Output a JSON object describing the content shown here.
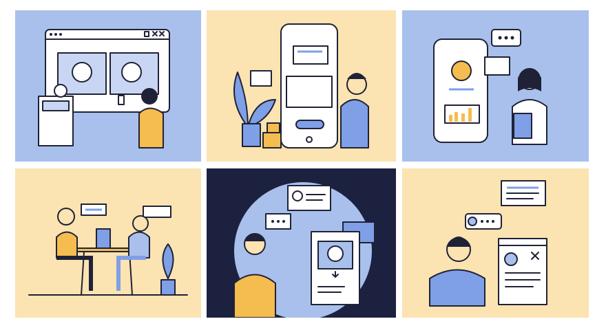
{
  "colors": {
    "blue_bg": "#a9c0ec",
    "yellow_bg": "#fbe3b2",
    "navy_bg": "#1d2140",
    "accent_blue": "#7f9fe6",
    "accent_yellow": "#f5bd4f",
    "outline": "#1f2236",
    "white": "#ffffff"
  },
  "panels": [
    {
      "id": "browser-window-profiles",
      "background": "blue",
      "icons": [
        "browser-window-icon",
        "lock-icon",
        "close-icon",
        "user-avatar-icon",
        "document-card-icon",
        "person-with-phone"
      ]
    },
    {
      "id": "smartphone-chat",
      "background": "yellow",
      "icons": [
        "smartphone-icon",
        "chat-bubble-icon",
        "plant-icon",
        "gift-box-icon",
        "person-pointing"
      ]
    },
    {
      "id": "phone-profile-chart",
      "background": "blue",
      "icons": [
        "smartphone-icon",
        "bar-chart-icon",
        "gear-icon",
        "chat-dots-icon",
        "person-with-tablet"
      ]
    },
    {
      "id": "meeting-at-table",
      "background": "yellow",
      "icons": [
        "laptop-icon",
        "chat-bubble-icon",
        "plant-icon",
        "two-people-at-table"
      ]
    },
    {
      "id": "dark-profile-chat",
      "background": "navy",
      "icons": [
        "chat-bubble-icon",
        "profile-card-icon",
        "download-arrow-icon",
        "person-pointing"
      ]
    },
    {
      "id": "profile-document",
      "background": "yellow",
      "icons": [
        "chat-bubble-icon",
        "document-window-icon",
        "close-icon",
        "person-pointing"
      ]
    }
  ]
}
